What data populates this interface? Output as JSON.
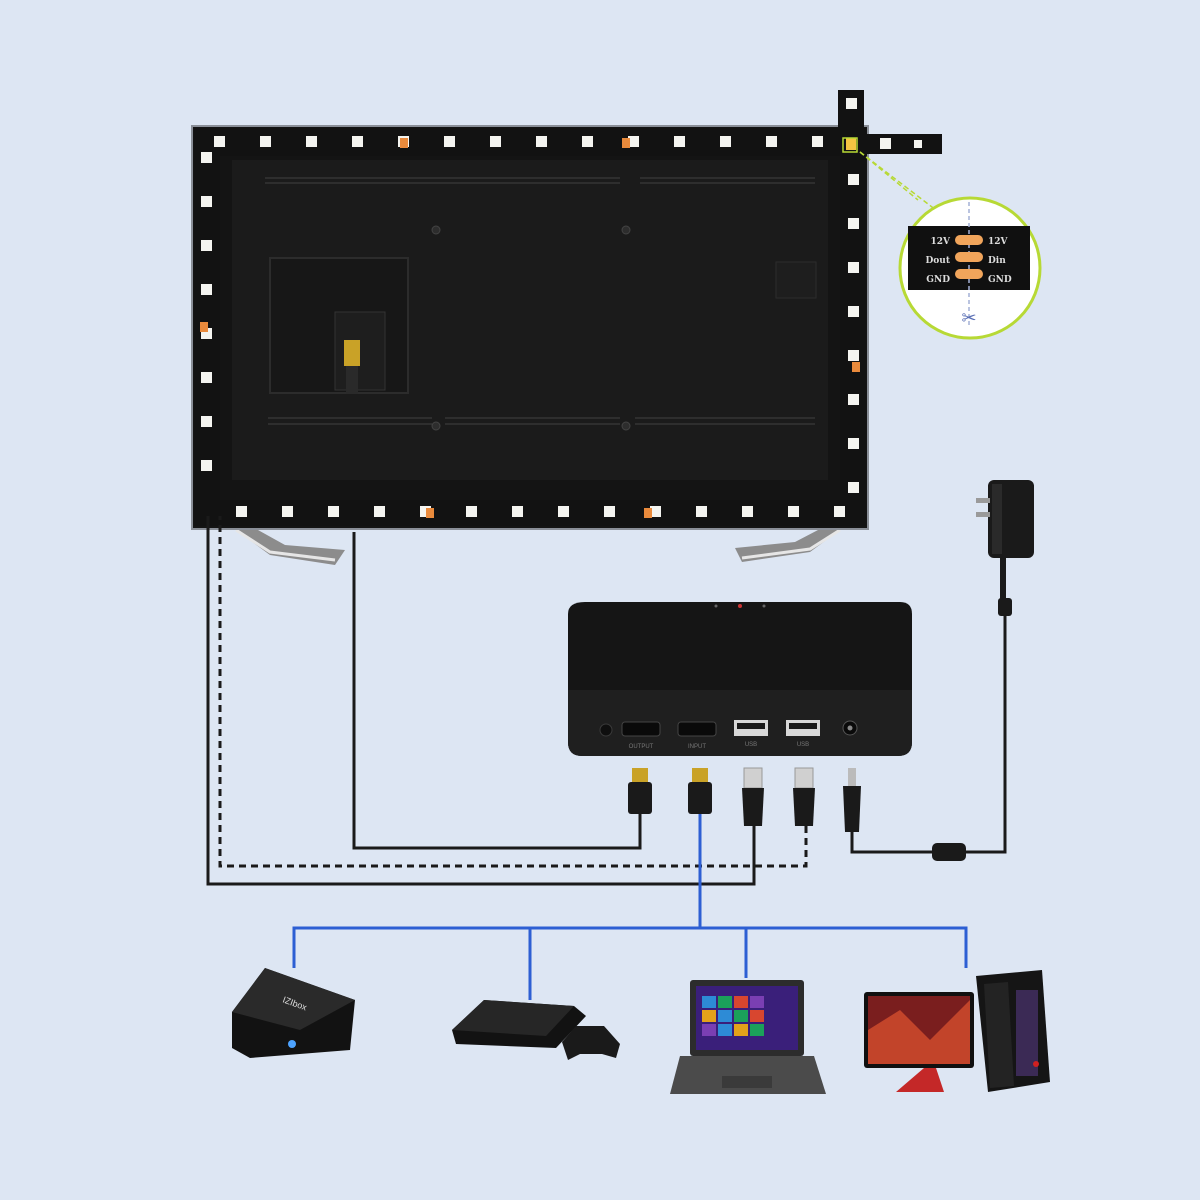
{
  "strip_pins": {
    "left": [
      "12V",
      "Dout",
      "GND"
    ],
    "right": [
      "12V",
      "Din",
      "GND"
    ]
  },
  "cut_mark": "✂",
  "box_ports": [
    "OUTPUT",
    "INPUT",
    "USB",
    "USB"
  ],
  "devices": [
    "tv-box",
    "game-console",
    "laptop",
    "desktop-pc"
  ],
  "tv_box_brand": "IZIbox",
  "colors": {
    "background": "#dde6f3",
    "cable": "#1a1a1a",
    "hdmi_input_cable": "#2d5fd3",
    "led_strip": "#121212",
    "led_chip": "#f4f4f0",
    "zoom_ring": "#b7d935"
  }
}
